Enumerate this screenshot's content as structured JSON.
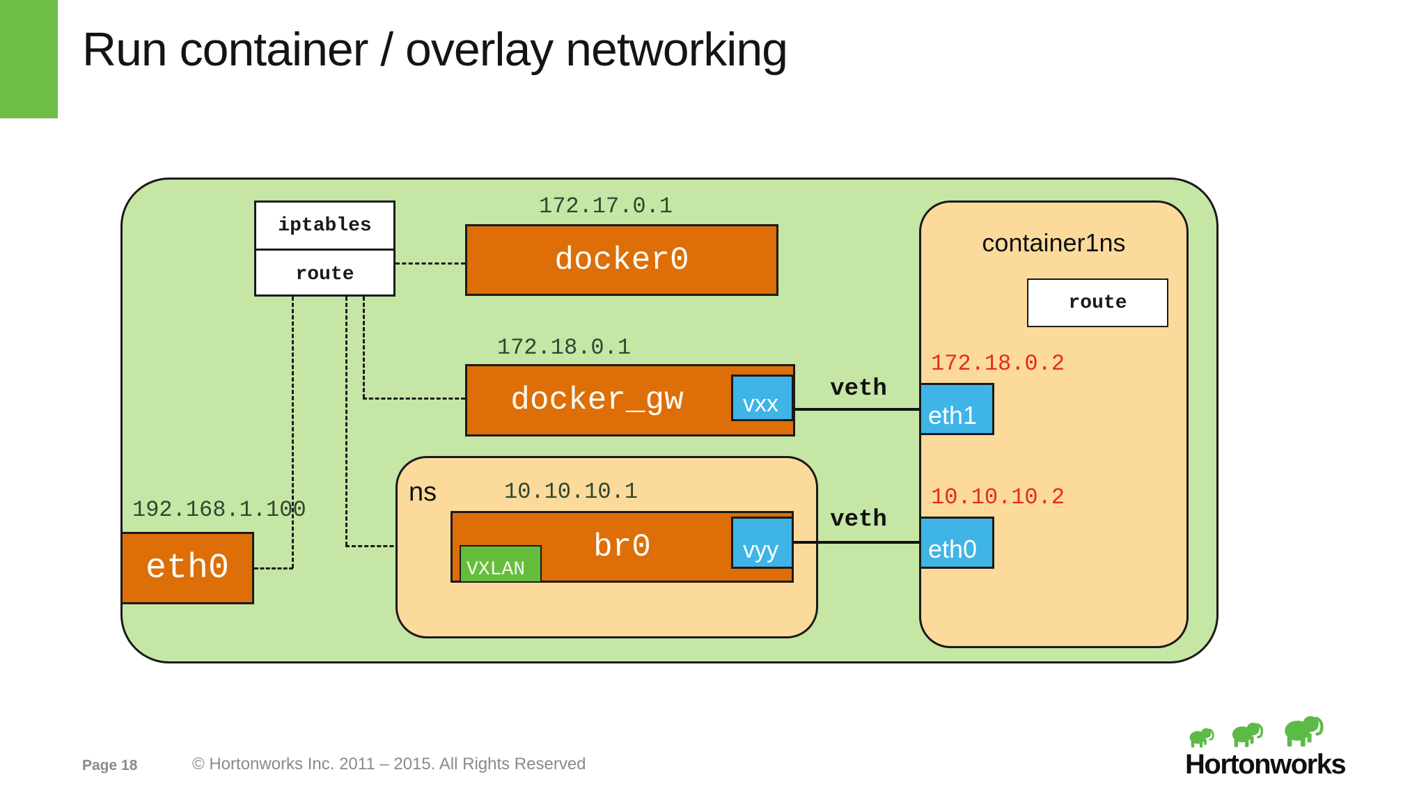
{
  "slide": {
    "title": "Run container / overlay networking",
    "footer": {
      "page": "Page 18",
      "copyright": "© Hortonworks Inc. 2011 – 2015. All Rights Reserved"
    },
    "logo": {
      "wordmark": "Hortonworks"
    }
  },
  "colors": {
    "accent_green": "#6CBE45",
    "host_bg": "#C6E6A5",
    "namespace_bg": "#FBDA9B",
    "bridge_orange": "#DD6E08",
    "port_blue": "#3FB4E6",
    "vxlan_green": "#64BE3C",
    "host_ip_text": "#2F4731",
    "container_ip_red": "#E8291D",
    "footer_gray": "#8A8A8A"
  },
  "diagram": {
    "host": {
      "iptables": "iptables",
      "route": "route",
      "host_eth0": {
        "label": "eth0",
        "ip": "192.168.1.100"
      },
      "docker0": {
        "label": "docker0",
        "ip": "172.17.0.1"
      },
      "docker_gw": {
        "label": "docker_gw",
        "ip": "172.18.0.1",
        "port": "vxx"
      },
      "veth_top": "veth",
      "veth_bottom": "veth",
      "ns": {
        "label": "ns",
        "br0": {
          "label": "br0",
          "ip": "10.10.10.1",
          "vxlan": "VXLAN",
          "port": "vyy"
        }
      },
      "container": {
        "label": "container1ns",
        "route": "route",
        "eth1": {
          "label": "eth1",
          "ip": "172.18.0.2"
        },
        "eth0": {
          "label": "eth0",
          "ip": "10.10.10.2"
        }
      }
    }
  }
}
